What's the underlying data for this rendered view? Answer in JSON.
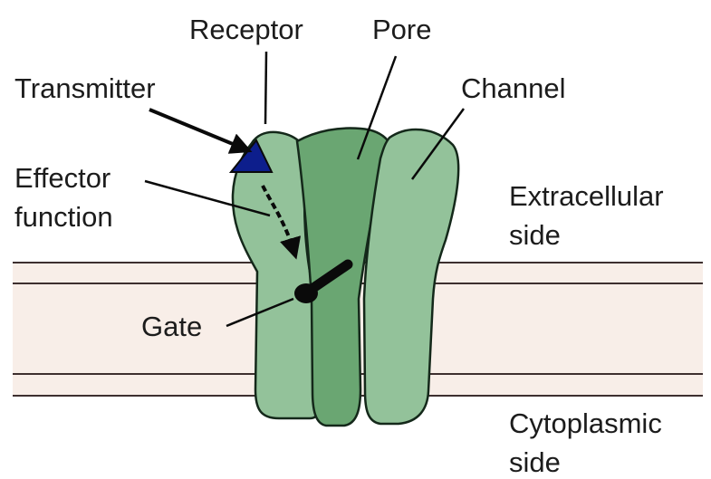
{
  "labels": {
    "receptor": "Receptor",
    "pore": "Pore",
    "transmitter": "Transmitter",
    "channel": "Channel",
    "effector_line1": "Effector",
    "effector_line2": "function",
    "extracellular_line1": "Extracellular",
    "extracellular_line2": "side",
    "gate": "Gate",
    "cytoplasmic_line1": "Cytoplasmic",
    "cytoplasmic_line2": "side"
  },
  "colors": {
    "membrane_fill": "#f8eee8",
    "membrane_line": "#3d2f2f",
    "channel_fill": "#93c29a",
    "pore_fill": "#6aa672",
    "outline": "#14281a",
    "receptor_fill": "#0d1e8c",
    "gate": "#0a0a0a",
    "text": "#1c1c1c"
  },
  "icons": {
    "receptor": "blue-triangle",
    "gate": "black-gate-lever"
  }
}
